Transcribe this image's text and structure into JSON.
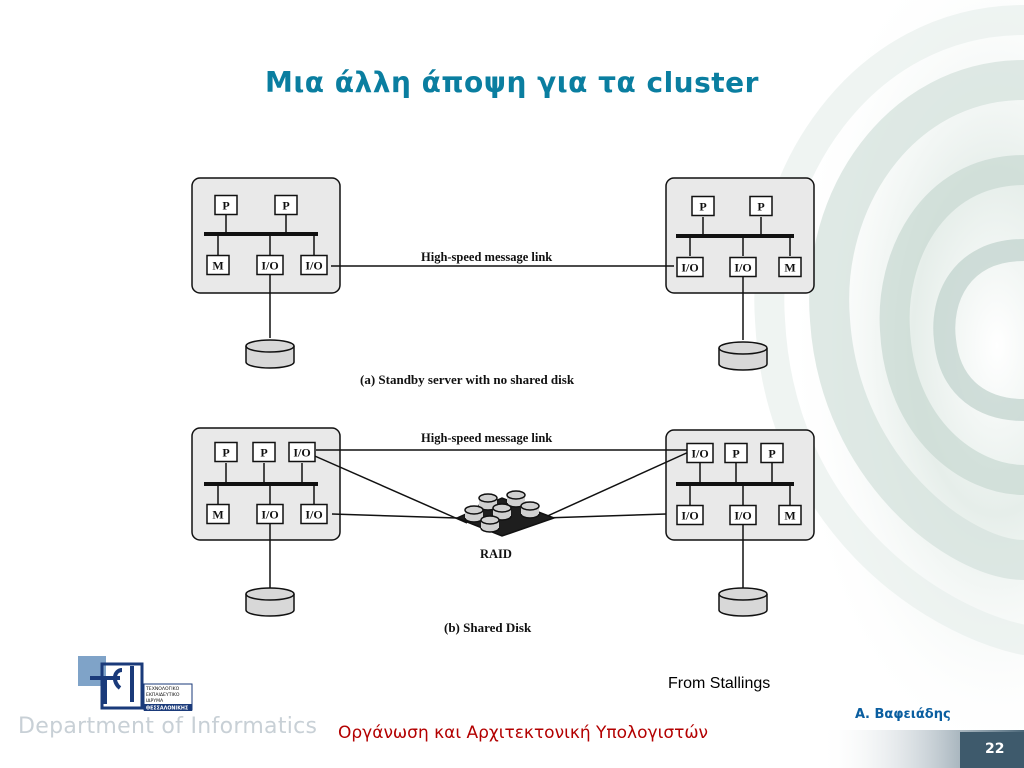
{
  "slide": {
    "title": "Μια άλλη άποψη για τα cluster",
    "source": "From Stallings",
    "footer": "Οργάνωση και Αρχιτεκτονική Υπολογιστών",
    "author": "Α. Βαφειάδης",
    "page_number": "22",
    "department": "Department of Informatics",
    "logo_text": [
      "ΤΕΧΝΟΛΟΓΙΚΟ",
      "ΕΚΠΑΙΔΕΥΤΙΚΟ",
      "ΙΔΡΥΜΑ",
      "ΘΕΣΣΑΛΟΝΙΚΗΣ"
    ]
  },
  "diagram": {
    "link_label": "High-speed message link",
    "raid_label": "RAID",
    "caption_a": "(a) Standby server with no shared disk",
    "caption_b": "(b) Shared Disk",
    "a_left_top": [
      "P",
      "P"
    ],
    "a_left_bottom": [
      "M",
      "I/O",
      "I/O"
    ],
    "a_right_top": [
      "P",
      "P"
    ],
    "a_right_bottom": [
      "I/O",
      "I/O",
      "M"
    ],
    "b_left_top": [
      "P",
      "P",
      "I/O"
    ],
    "b_left_bottom": [
      "M",
      "I/O",
      "I/O"
    ],
    "b_right_top": [
      "I/O",
      "P",
      "P"
    ],
    "b_right_bottom": [
      "I/O",
      "I/O",
      "M"
    ]
  }
}
